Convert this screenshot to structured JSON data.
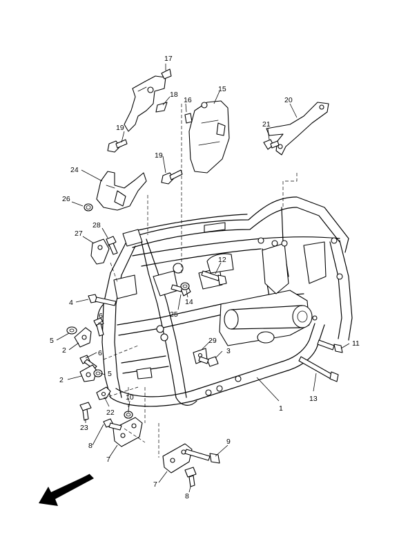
{
  "diagram": {
    "title": "",
    "callouts": {
      "c1": "1",
      "c2a": "2",
      "c2b": "2",
      "c3": "3",
      "c4": "4",
      "c5a": "5",
      "c5b": "5",
      "c6a": "6",
      "c6b": "6",
      "c7a": "7",
      "c7b": "7",
      "c8a": "8",
      "c8b": "8",
      "c9": "9",
      "c10": "10",
      "c11": "11",
      "c12": "12",
      "c13": "13",
      "c14": "14",
      "c15": "15",
      "c16": "16",
      "c17": "17",
      "c18": "18",
      "c19a": "19",
      "c19b": "19",
      "c20": "20",
      "c21": "21",
      "c22": "22",
      "c23": "23",
      "c24": "24",
      "c25": "25",
      "c26": "26",
      "c27": "27",
      "c28": "28",
      "c29": "29"
    },
    "orientation_arrow": "front-direction-arrow"
  }
}
